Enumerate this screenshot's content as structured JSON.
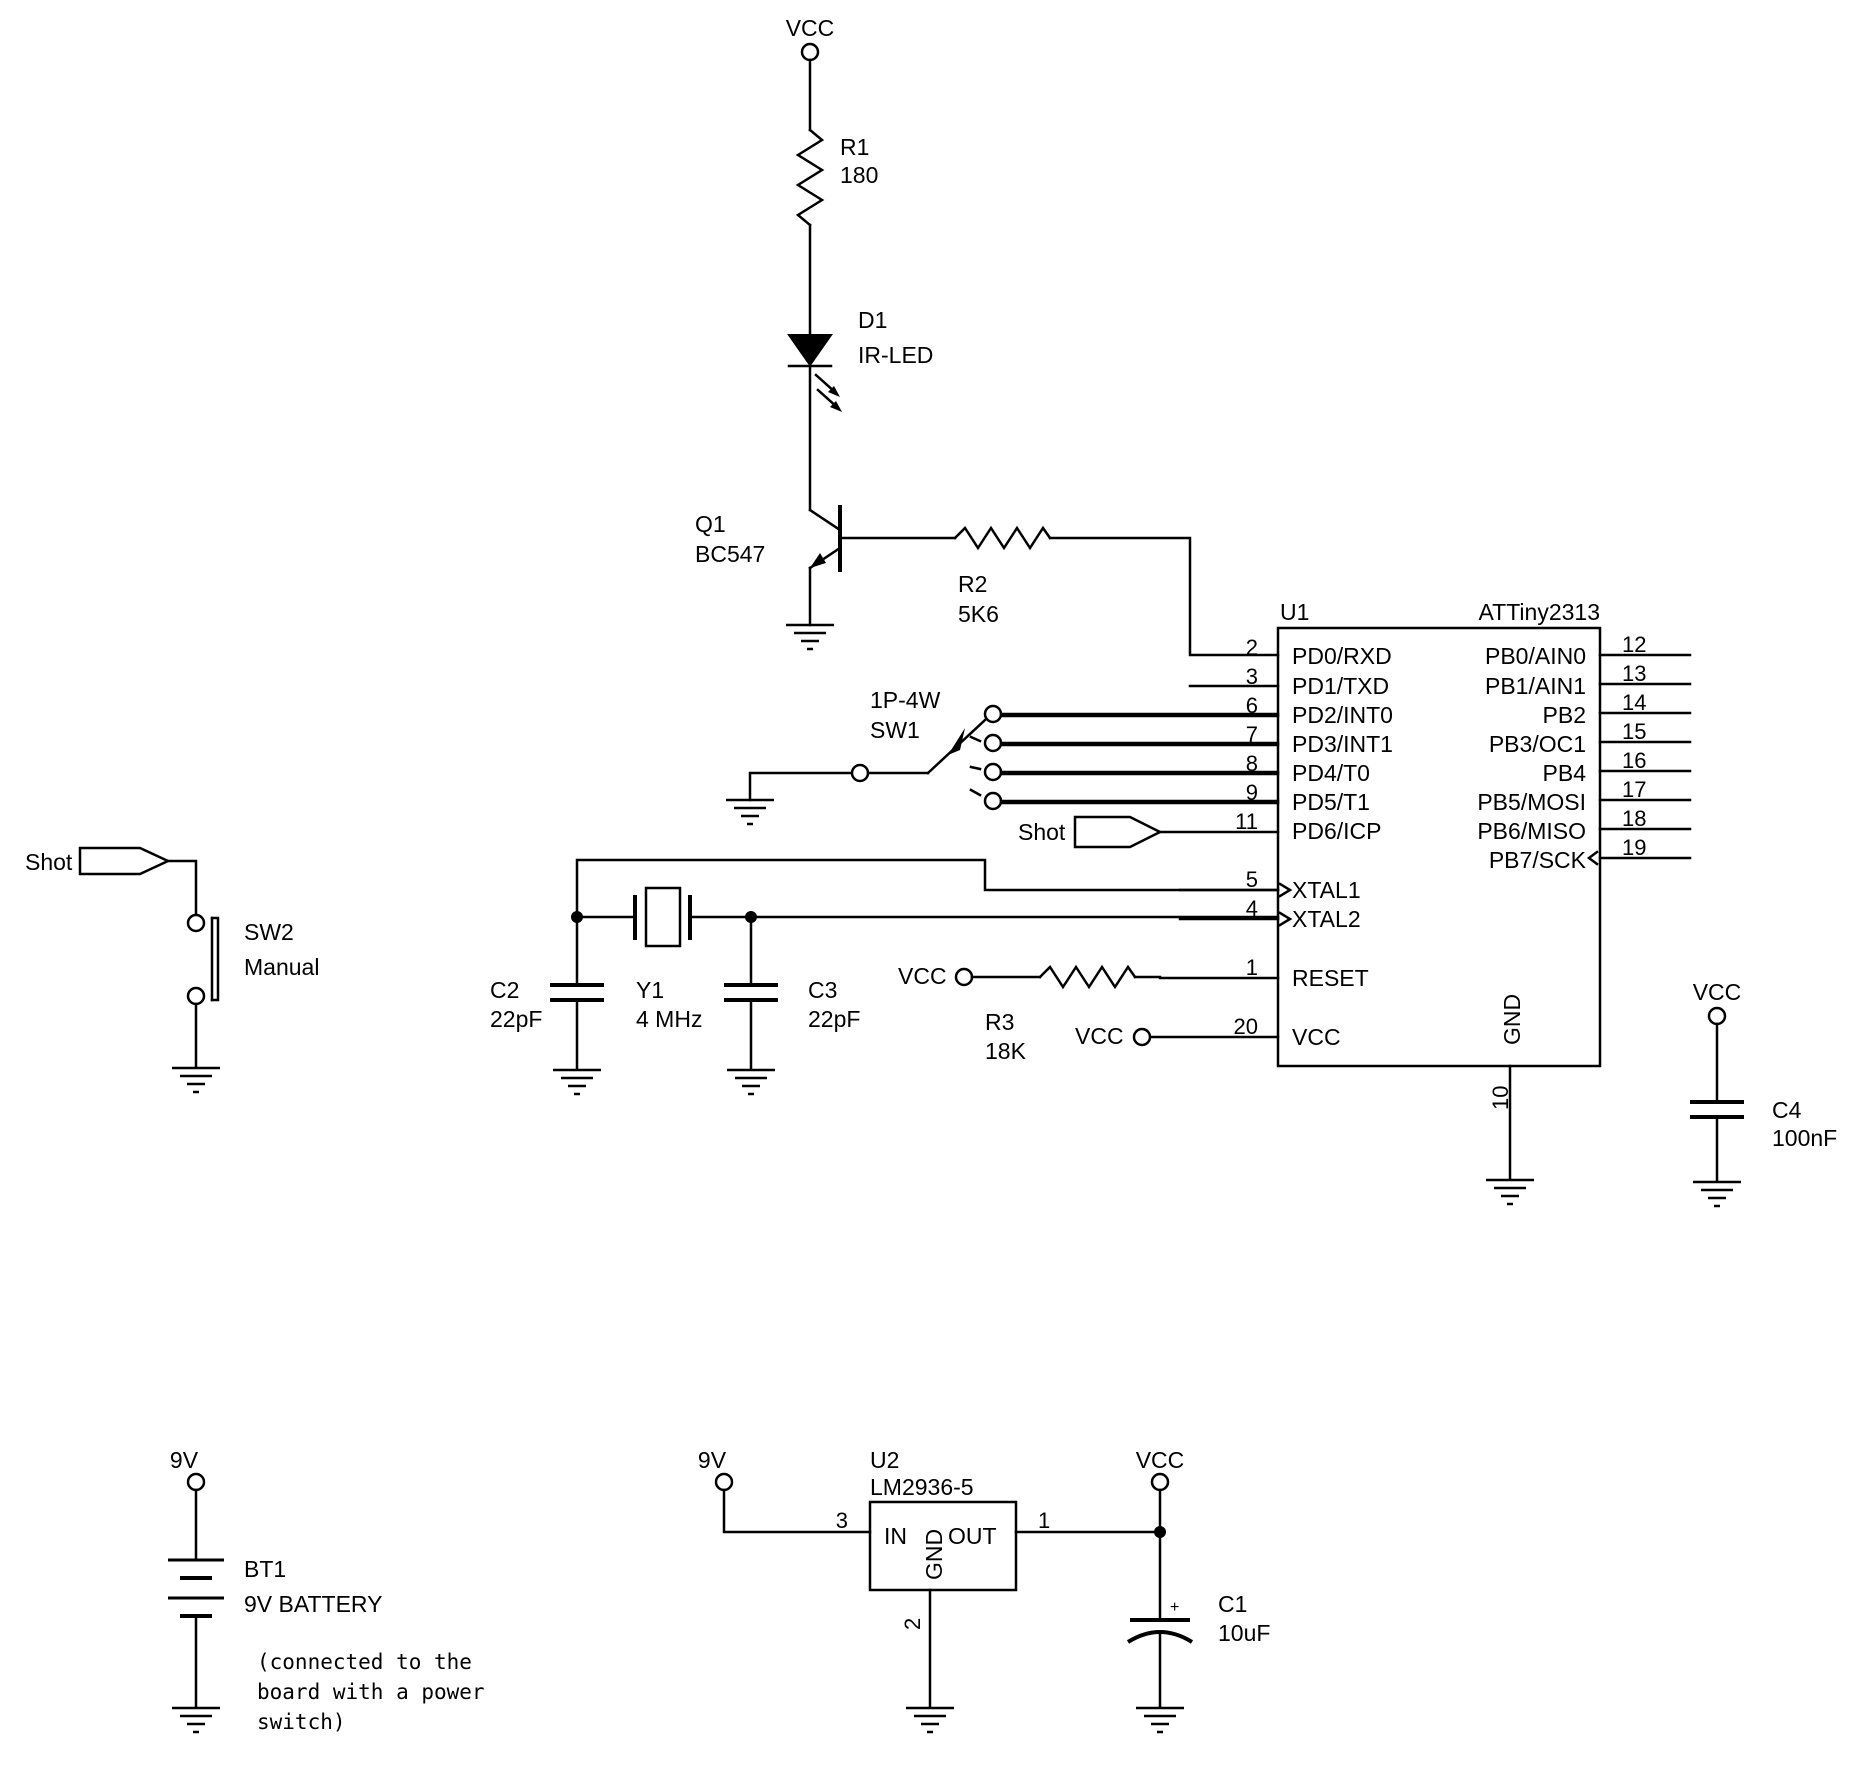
{
  "power_labels": {
    "vcc_top": "VCC",
    "vcc_reset": "VCC",
    "vcc_pin20": "VCC",
    "vcc_c4": "VCC",
    "nine_v_battery": "9V",
    "nine_v_regulator": "9V",
    "vcc_regulator": "VCC"
  },
  "components": {
    "R1": {
      "ref": "R1",
      "value": "180"
    },
    "D1": {
      "ref": "D1",
      "value": "IR-LED"
    },
    "Q1": {
      "ref": "Q1",
      "value": "BC547"
    },
    "R2": {
      "ref": "R2",
      "value": "5K6"
    },
    "U1": {
      "ref": "U1",
      "value": "ATTiny2313"
    },
    "SW1": {
      "ref": "SW1",
      "value": "1P-4W"
    },
    "SW2": {
      "ref": "SW2",
      "value": "Manual"
    },
    "C2": {
      "ref": "C2",
      "value": "22pF"
    },
    "Y1": {
      "ref": "Y1",
      "value": "4 MHz"
    },
    "C3": {
      "ref": "C3",
      "value": "22pF"
    },
    "R3": {
      "ref": "R3",
      "value": "18K"
    },
    "C4": {
      "ref": "C4",
      "value": "100nF"
    },
    "BT1": {
      "ref": "BT1",
      "value": "9V BATTERY"
    },
    "U2": {
      "ref": "U2",
      "value": "LM2936-5"
    },
    "C1": {
      "ref": "C1",
      "value": "10uF",
      "polarity": "+"
    }
  },
  "net_labels": {
    "shot_left": "Shot",
    "shot_right": "Shot"
  },
  "u1_left_pins": [
    {
      "num": "2",
      "name": "PD0/RXD"
    },
    {
      "num": "3",
      "name": "PD1/TXD"
    },
    {
      "num": "6",
      "name": "PD2/INT0"
    },
    {
      "num": "7",
      "name": "PD3/INT1"
    },
    {
      "num": "8",
      "name": "PD4/T0"
    },
    {
      "num": "9",
      "name": "PD5/T1"
    },
    {
      "num": "11",
      "name": "PD6/ICP"
    },
    {
      "num": "5",
      "name": "XTAL1"
    },
    {
      "num": "4",
      "name": "XTAL2"
    },
    {
      "num": "1",
      "name": "RESET"
    },
    {
      "num": "20",
      "name": "VCC"
    }
  ],
  "u1_right_pins": [
    {
      "num": "12",
      "name": "PB0/AIN0"
    },
    {
      "num": "13",
      "name": "PB1/AIN1"
    },
    {
      "num": "14",
      "name": "PB2"
    },
    {
      "num": "15",
      "name": "PB3/OC1"
    },
    {
      "num": "16",
      "name": "PB4"
    },
    {
      "num": "17",
      "name": "PB5/MOSI"
    },
    {
      "num": "18",
      "name": "PB6/MISO"
    },
    {
      "num": "19",
      "name": "PB7/SCK"
    }
  ],
  "u1_gnd": {
    "num": "10",
    "name": "GND"
  },
  "u2_pins": {
    "in_name": "IN",
    "in_num": "3",
    "out_name": "OUT",
    "out_num": "1",
    "gnd_name": "GND",
    "gnd_num": "2"
  },
  "battery_note": [
    "(connected to the",
    "board with a power",
    "switch)"
  ]
}
